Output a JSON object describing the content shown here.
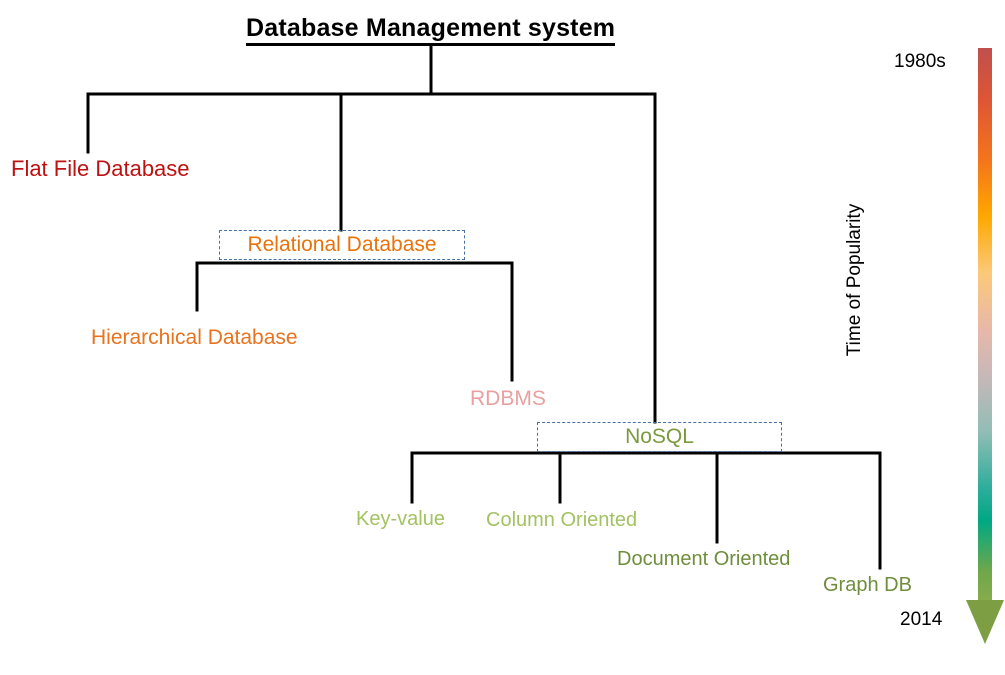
{
  "diagram": {
    "title": "Database Management system",
    "nodes": {
      "flat_file": "Flat File Database",
      "relational": "Relational Database",
      "hierarchical": "Hierarchical Database",
      "rdbms": "RDBMS",
      "nosql": "NoSQL",
      "key_value": "Key-value",
      "column_oriented": "Column Oriented",
      "document_oriented": "Document Oriented",
      "graph_db": "Graph DB"
    },
    "colors": {
      "title": "#000000",
      "connector": "#000000",
      "box_border": "#4A6FA5",
      "flat_file": "#BE1111",
      "relational": "#E8730C",
      "hierarchical": "#E8731E",
      "rdbms": "#E8A0A0",
      "nosql": "#7A9A3C",
      "nosql_children_light": "#A3C262",
      "nosql_children_dark": "#6E8E3C"
    }
  },
  "timeline": {
    "axis_label": "Time of Popularity",
    "start_year": "1980s",
    "end_year": "2014",
    "gradient_stops": [
      "#C0504D",
      "#DD5535",
      "#F4751B",
      "#FFA800",
      "#FBC97A",
      "#E8B8A8",
      "#C8B8B8",
      "#93BDB6",
      "#2FAE9B",
      "#00A884",
      "#6FA74A",
      "#8FAE4D"
    ],
    "arrow_color": "#7E9E43"
  }
}
